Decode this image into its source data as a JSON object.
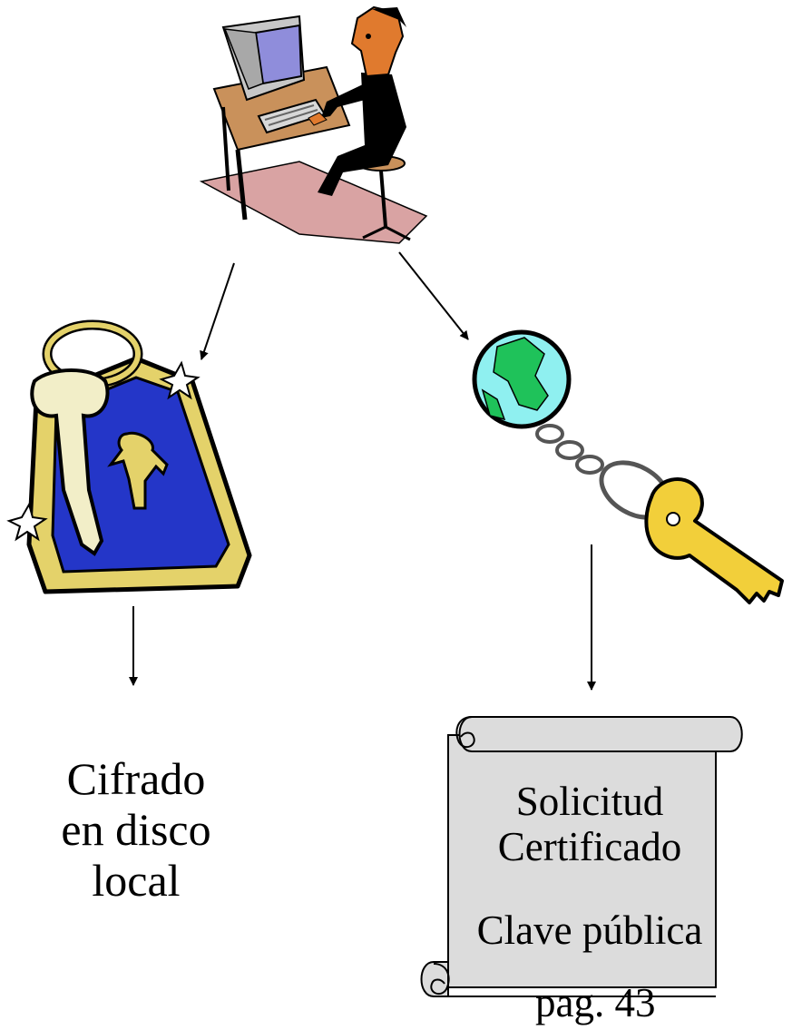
{
  "diagram": {
    "left_caption": [
      "Cifrado",
      "en disco",
      "local"
    ],
    "scroll_caption": [
      "Solicitud",
      "Certificado",
      "Clave pública"
    ],
    "page_number": "pag. 43"
  },
  "icons": {
    "user": "person-at-computer-icon",
    "keychain": "keychain-tag-icon",
    "globe_key": "globe-keychain-key-icon",
    "scroll": "document-scroll-icon"
  },
  "colors": {
    "desk_pink": "#d9a3a3",
    "desk_tan": "#c9915b",
    "monitor": "#c7c7c7",
    "screen": "#8f8ddb",
    "skin": "#e07a2e",
    "keychain_gold": "#e4d26a",
    "tag_blue": "#2436c8",
    "globe_cyan": "#8ff0f0",
    "globe_land": "#1fc25a",
    "key_yellow": "#f2cf3a",
    "scroll_fill": "#dcdcdc"
  }
}
